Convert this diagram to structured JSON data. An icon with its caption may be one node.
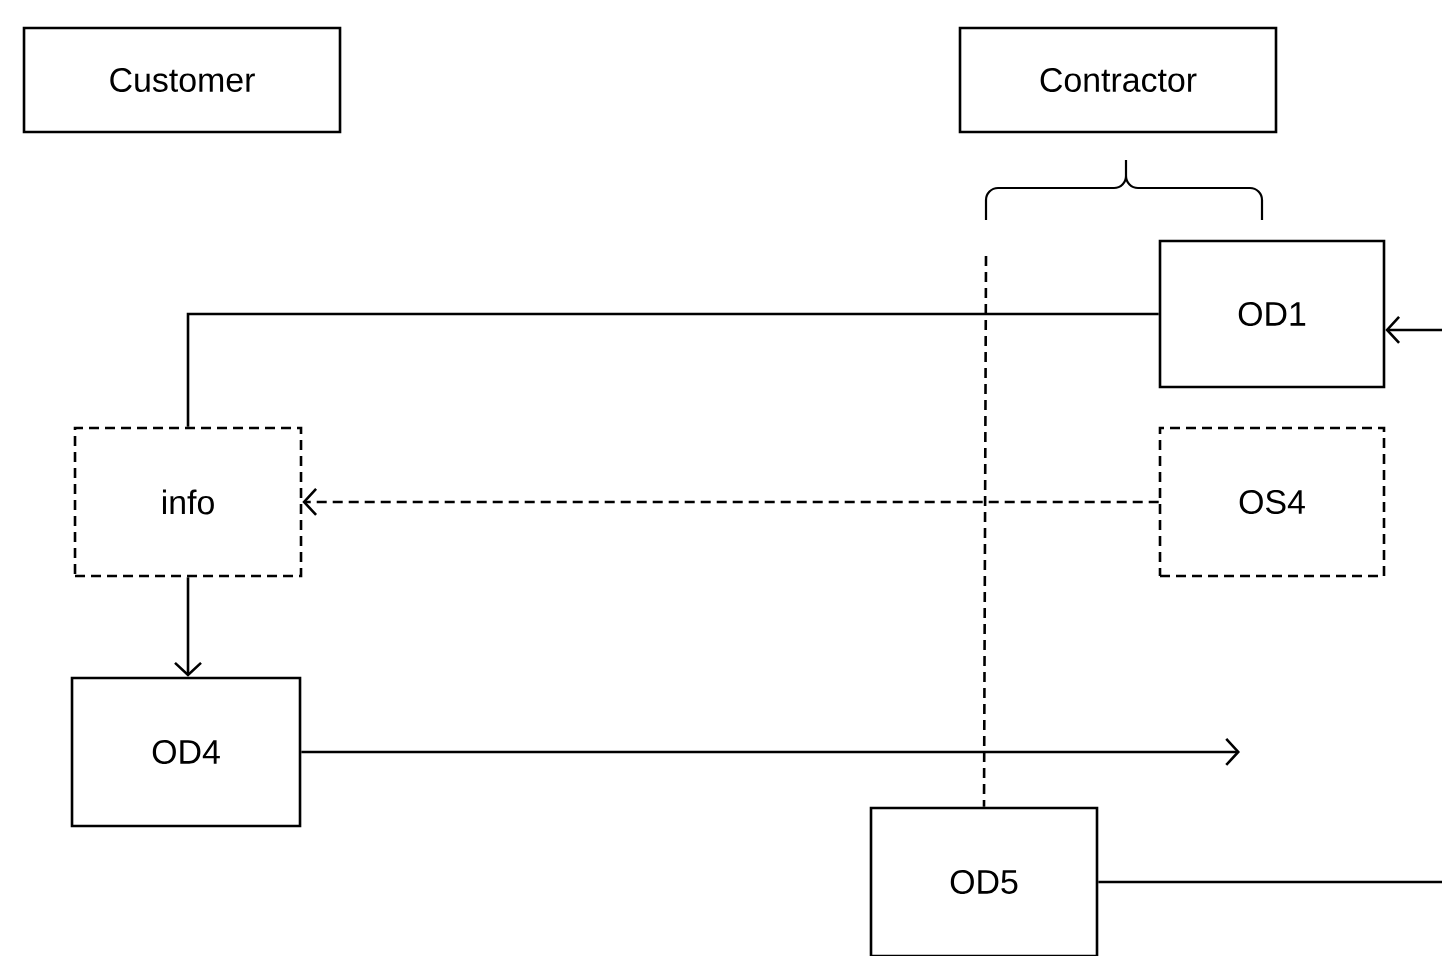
{
  "diagram": {
    "nodes": [
      {
        "text": [
          "Customer"
        ]
      },
      {
        "text": [
          "Contractor"
        ]
      },
      {
        "text": [
          "OD1"
        ]
      },
      {
        "text": [
          "info"
        ]
      },
      {
        "text": [
          "OS4"
        ]
      },
      {
        "text": [
          "OD4"
        ]
      },
      {
        "text": [
          "OD5"
        ]
      }
    ],
    "edges": [
      {
        "from": 2,
        "to": 3,
        "arrow": "none"
      },
      {
        "from": null,
        "to": 2,
        "arrow": "to"
      },
      {
        "from": 4,
        "to": 3,
        "arrow": "to",
        "style": "dashed"
      },
      {
        "from": 3,
        "to": 5,
        "arrow": "to"
      },
      {
        "from": 5,
        "to": null,
        "arrow": "to"
      },
      {
        "from": 6,
        "to": null,
        "arrow": "none"
      },
      {
        "from": null,
        "to": 6,
        "arrow": "none",
        "style": "dashed"
      }
    ]
  }
}
